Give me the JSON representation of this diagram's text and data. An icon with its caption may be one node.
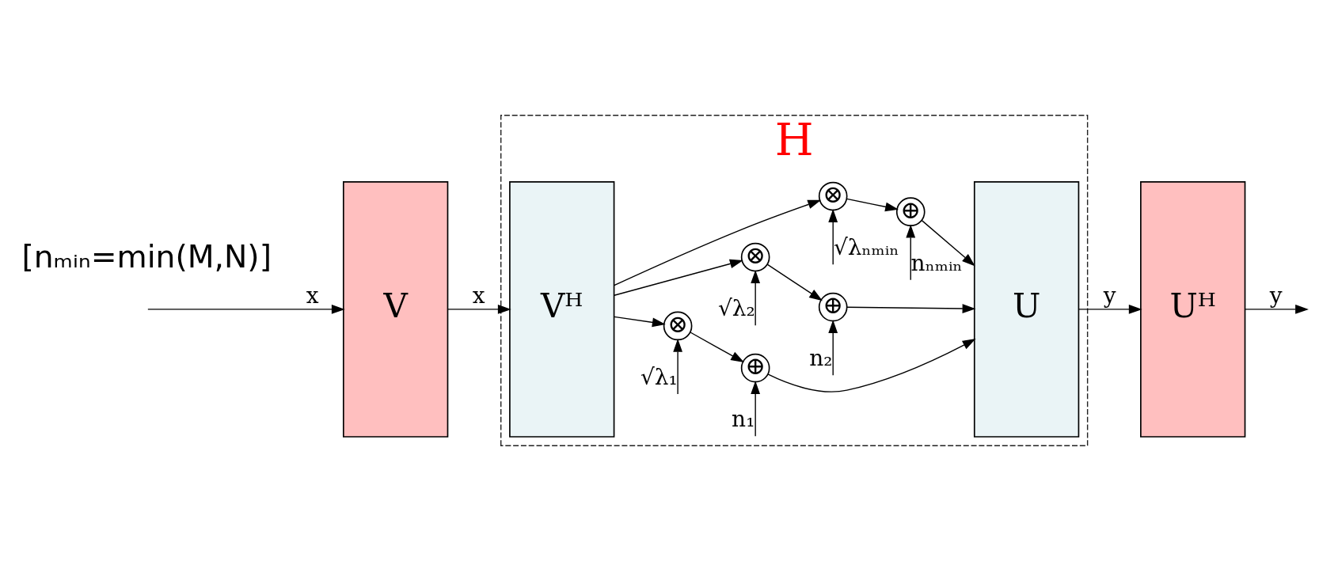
{
  "diagram": {
    "nodes": [
      {
        "text": [
          "H"
        ]
      },
      {
        "text": [
          "V"
        ]
      },
      {
        "text": [
          "Vᴴ"
        ],
        "in": 0
      },
      {
        "text": [
          "⊗"
        ],
        "in": 0
      },
      {
        "text": [
          "⊕"
        ],
        "in": 0
      },
      {
        "text": [
          "⊗"
        ],
        "in": 0
      },
      {
        "text": [
          "⊕"
        ],
        "in": 0
      },
      {
        "text": [
          "⊗"
        ],
        "in": 0
      },
      {
        "text": [
          "⊕"
        ],
        "in": 0
      },
      {
        "text": [
          "U"
        ],
        "in": 0
      },
      {
        "text": [
          "Uᴴ"
        ]
      }
    ],
    "edges": [
      {
        "from": null,
        "to": 1,
        "arrow": "to",
        "label": "x"
      },
      {
        "from": 1,
        "to": 2,
        "arrow": "to",
        "label": "x"
      },
      {
        "from": 2,
        "to": 3,
        "arrow": "to"
      },
      {
        "from": 3,
        "to": 4,
        "arrow": "to"
      },
      {
        "from": 4,
        "to": 9,
        "arrow": "to"
      },
      {
        "from": 2,
        "to": 5,
        "arrow": "to"
      },
      {
        "from": 5,
        "to": 6,
        "arrow": "to"
      },
      {
        "from": 6,
        "to": 9,
        "arrow": "to"
      },
      {
        "from": 2,
        "to": 7,
        "arrow": "to"
      },
      {
        "from": 7,
        "to": 8,
        "arrow": "to"
      },
      {
        "from": 8,
        "to": 9,
        "arrow": "to"
      },
      {
        "from": null,
        "to": 3,
        "arrow": "to",
        "label": "√λ₁"
      },
      {
        "from": null,
        "to": 4,
        "arrow": "to",
        "label": "n₁"
      },
      {
        "from": null,
        "to": 5,
        "arrow": "to",
        "label": "√λ₂"
      },
      {
        "from": null,
        "to": 6,
        "arrow": "to",
        "label": "n₂"
      },
      {
        "from": null,
        "to": 7,
        "arrow": "to",
        "label": "√λₙₘᵢₙ"
      },
      {
        "from": null,
        "to": 8,
        "arrow": "to",
        "label": "nₙₘᵢₙ"
      },
      {
        "from": 9,
        "to": 10,
        "arrow": "to",
        "label": "y"
      },
      {
        "from": 10,
        "to": null,
        "arrow": "to",
        "label": "y"
      }
    ],
    "labels": [
      "[nₘᵢₙ=min(M,N)]"
    ]
  }
}
